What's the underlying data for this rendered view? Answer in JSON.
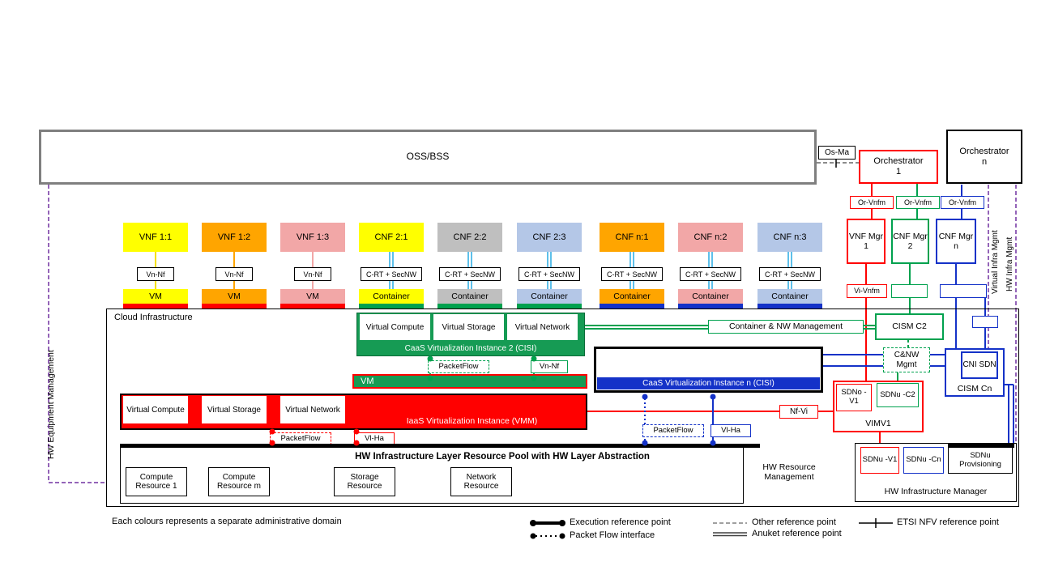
{
  "colors": {
    "yellow": "#FFFF00",
    "orange": "#FFA500",
    "pink": "#F2A7A7",
    "gray": "#BFBFBF",
    "lightblue": "#B4C7E7",
    "green": "#00A14E",
    "caas_green": "#169B54",
    "red": "#FF0000",
    "blue": "#1432C8",
    "cyan": "#29ABE2",
    "purple": "#7030A0"
  },
  "top": {
    "oss_bss": "OSS/BSS",
    "os_ma": "Os-Ma",
    "orchestrator_1": "Orchestrator 1",
    "orchestrator_n": "Orchestrator n"
  },
  "or_vnfm": "Or-Vnfm",
  "managers": {
    "vnf_mgr_1": "VNF Mgr 1",
    "cnf_mgr_2": "CNF Mgr 2",
    "cnf_mgr_n": "CNF Mgr n"
  },
  "vi_vnfm": "Vi-Vnfm",
  "side": {
    "hw_equipment": "HW Equipment Management",
    "virtual_infra": "Virtual Infra Mgmt",
    "hw_infra": "HW Infra Mgmt"
  },
  "nf_row": [
    {
      "label": "VNF 1:1",
      "iface": "Vn-Nf",
      "unit": "VM"
    },
    {
      "label": "VNF 1:2",
      "iface": "Vn-Nf",
      "unit": "VM"
    },
    {
      "label": "VNF 1:3",
      "iface": "Vn-Nf",
      "unit": "VM"
    },
    {
      "label": "CNF 2:1",
      "iface": "C-RT + SecNW",
      "unit": "Container"
    },
    {
      "label": "CNF 2:2",
      "iface": "C-RT + SecNW",
      "unit": "Container"
    },
    {
      "label": "CNF 2:3",
      "iface": "C-RT + SecNW",
      "unit": "Container"
    },
    {
      "label": "CNF n:1",
      "iface": "C-RT + SecNW",
      "unit": "Container"
    },
    {
      "label": "CNF n:2",
      "iface": "C-RT + SecNW",
      "unit": "Container"
    },
    {
      "label": "CNF n:3",
      "iface": "C-RT + SecNW",
      "unit": "Container"
    }
  ],
  "cloud": {
    "title": "Cloud Infrastructure",
    "virtual_cells": [
      "Virtual Compute",
      "Virtual Storage",
      "Virtual Network"
    ],
    "caas2_bar": "CaaS Virtualization Instance 2 (CISI)",
    "caasn_bar": "CaaS Virtualization Instance n (CISI)",
    "vm_bar": "VM",
    "iaas_bar": "IaaS Virtualization Instance (VMM)",
    "packetflow": "PacketFlow",
    "vn_nf": "Vn-Nf",
    "vl_ha": "Vl-Ha",
    "hw_pool": "HW Infrastructure Layer Resource Pool with HW Layer Abstraction",
    "resources": [
      "Compute Resource 1",
      "Compute Resource m",
      "Storage Resource",
      "Network Resource"
    ]
  },
  "right": {
    "container_nw": "Container & NW Management",
    "cism_c2": "CISM C2",
    "cnw_mgmt": "C&NW Mgmt",
    "cni_sdn": "CNI SDN",
    "cism_cn": "CISM Cn",
    "sdno_v1": "SDNo -V1",
    "sdnu_c2": "SDNu -C2",
    "vimv1": "VIMV1",
    "nf_vi": "Nf-Vi",
    "sdnu_v1": "SDNu -V1",
    "sdnu_cn": "SDNu -Cn",
    "sdnu_prov": "SDNu Provisioning",
    "hw_mgr": "HW Infrastructure Manager",
    "hw_res_mgmt": "HW Resource Management"
  },
  "legend": {
    "note": "Each colours represents a separate administrative domain",
    "execution": "Execution reference point",
    "packet_flow": "Packet Flow interface",
    "other": "Other reference point",
    "anuket": "Anuket reference point",
    "etsi": "ETSI NFV reference point"
  }
}
